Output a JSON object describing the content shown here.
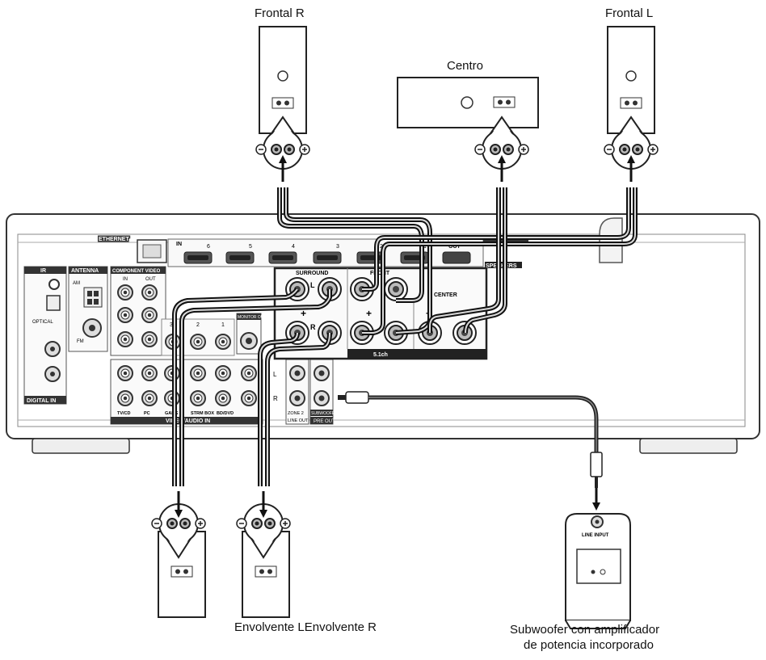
{
  "speakers": {
    "front_r": "Frontal R",
    "front_l": "Frontal L",
    "center": "Centro",
    "surround_l": "Envolvente L",
    "surround_r": "Envolvente R",
    "subwoofer_line1": "Subwoofer con amplificador",
    "subwoofer_line2": "de potencia incorporado",
    "subwoofer_input": "LINE INPUT"
  },
  "receiver": {
    "ethernet": "ETHERNET",
    "hdmi_in": "IN",
    "hdmi_ports": [
      "6",
      "5",
      "4",
      "3",
      "2",
      "1"
    ],
    "hdmi_out": "OUT",
    "speakers": "SPEAKERS",
    "surround": "SURROUND",
    "front": "FRONT",
    "center": "CENTER",
    "ch": "5.1ch",
    "term_l": "L",
    "term_r": "R",
    "irs": "IR",
    "antenna": "ANTENNA",
    "am": "AM",
    "fm": "FM",
    "optical": "OPTICAL",
    "digital_in": "DIGITAL IN",
    "component_video": "COMPONENT VIDEO",
    "comp_in": "IN",
    "comp_out": "OUT",
    "monitor_out": "MONITOR OUT",
    "audio_nums": [
      "3",
      "2",
      "1"
    ],
    "video_audio_in": "VIDEO/AUDIO IN",
    "bottom_labels": [
      "TV/CD",
      "PC",
      "GAME",
      "STRM BOX",
      "BD/DVD"
    ],
    "zone2": "ZONE 2",
    "line_out": "LINE OUT",
    "subwoofer": "SUBWOOFER",
    "pre_out": "PRE OUT"
  }
}
